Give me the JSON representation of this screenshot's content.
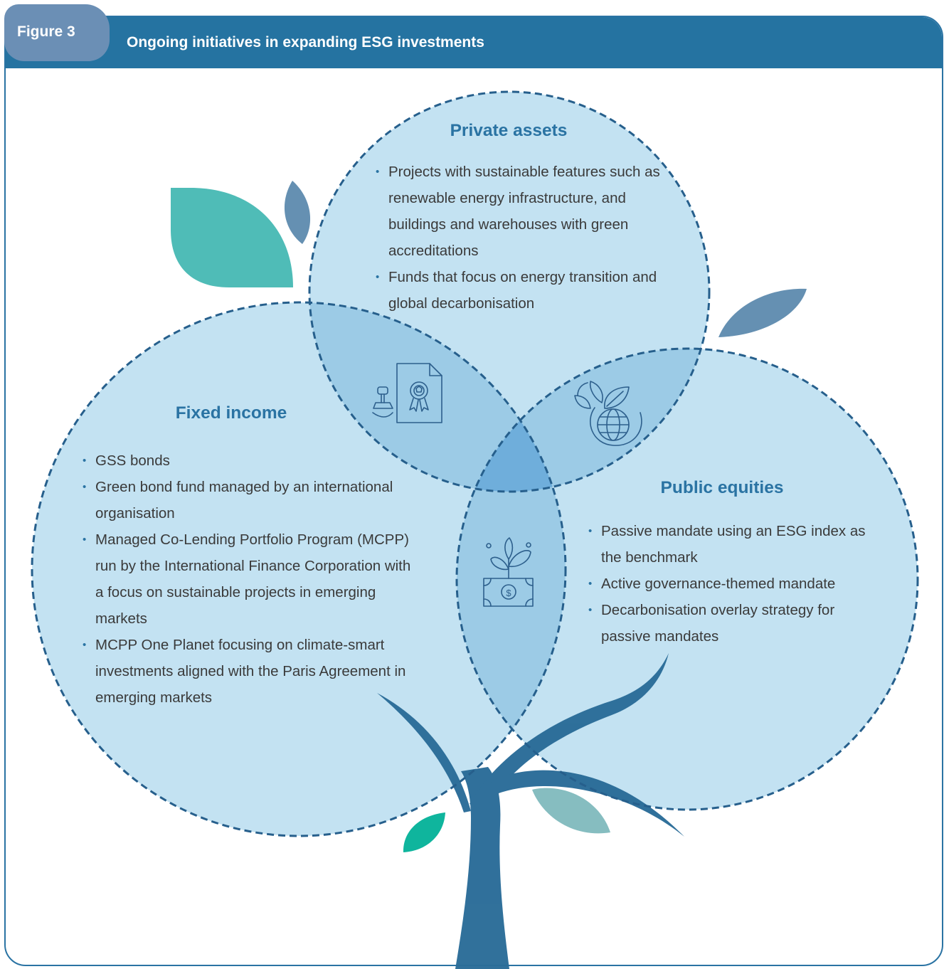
{
  "figure": {
    "label": "Figure 3",
    "title": "Ongoing initiatives in expanding ESG investments"
  },
  "colors": {
    "header_blue": "#2573a1",
    "tab_blue": "#6b8fb5",
    "circle_fill": "#c3e2f2",
    "overlap_fill": "#9ccbe6",
    "center_fill": "#6faedb",
    "dash_stroke": "#265f8c",
    "trunk": "#2a6c98",
    "leaf_teal": "#4fbcb7",
    "leaf_slate": "#6590b2",
    "leaf_green": "#0fb59d",
    "leaf_pale": "#86bdc0",
    "heading_text": "#2a73a3",
    "body_text": "#3a3a3a"
  },
  "sections": {
    "private_assets": {
      "heading": "Private assets",
      "bullets": [
        "Projects with sustainable features such as renewable energy infrastructure, and buildings and warehouses with green accreditations",
        "Funds that focus on energy transition and global decarbonisation"
      ]
    },
    "fixed_income": {
      "heading": "Fixed income",
      "bullets": [
        "GSS bonds",
        "Green bond fund managed by an international organisation",
        "Managed Co-Lending Portfolio Program (MCPP) run by the International Finance Corporation with a focus on sustainable projects in emerging markets",
        "MCPP One Planet focusing on climate-smart investments aligned with the Paris Agreement in emerging markets"
      ]
    },
    "public_equities": {
      "heading": "Public equities",
      "bullets": [
        "Passive mandate using an ESG index as the benchmark",
        "Active governance-themed mandate",
        "Decarbonisation overlay strategy for passive mandates"
      ]
    }
  },
  "icons": {
    "certificate": "certificate-stamp-icon",
    "globe": "globe-leaves-icon",
    "money_plant": "money-plant-icon"
  }
}
